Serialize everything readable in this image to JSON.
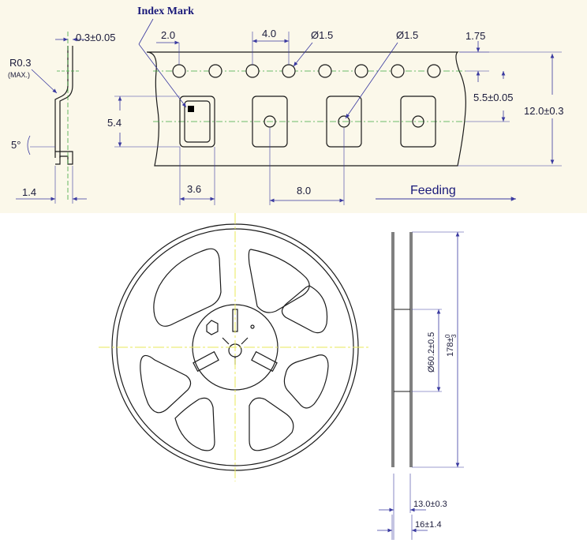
{
  "colors": {
    "panel_bg": "#fbf8ea",
    "line": "#1a1a1a",
    "centerline": "#3fa63f",
    "reel_centerline": "#e8e85a",
    "dimension": "#3a3aa0",
    "index_label": "#1a1a7a"
  },
  "tape": {
    "index_mark_label": "Index Mark",
    "feeding_label": "Feeding",
    "dims": {
      "thickness": "0.3±0.05",
      "bend_radius": "R0.3",
      "bend_radius_note": "(MAX.)",
      "angle": "5°",
      "lead_width": "1.4",
      "hole_to_edge": "2.0",
      "hole_pitch": "4.0",
      "hole_dia_1": "Ø1.5",
      "hole_dia_2": "Ø1.5",
      "hole_offset": "1.75",
      "pocket_offset": "5.5±0.05",
      "tape_width": "12.0±0.3",
      "pocket_length": "5.4",
      "pocket_width": "3.6",
      "pocket_pitch": "8.0"
    }
  },
  "reel": {
    "dims": {
      "hub_dia": "Ø60.2±0.5",
      "reel_dia": "178±0",
      "reel_dia_sup": "0",
      "reel_dia_sub": "3",
      "inner_width": "13.0±0.3",
      "outer_width": "16±1.4"
    }
  }
}
